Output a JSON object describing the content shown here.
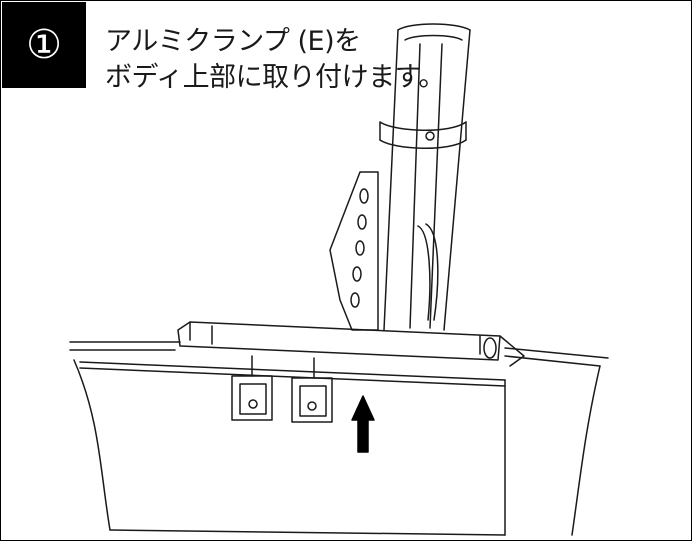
{
  "step": {
    "number": "①"
  },
  "instruction": {
    "line1": "アルミクランプ (E)を",
    "line2": "ボディ上部に取り付けます。"
  },
  "diagram": {
    "subject": "aluminum clamp attached to top of body",
    "arrow_direction": "up",
    "colors": {
      "line": "#1a1a1a",
      "badge_background": "#000000",
      "badge_text": "#ffffff"
    }
  }
}
